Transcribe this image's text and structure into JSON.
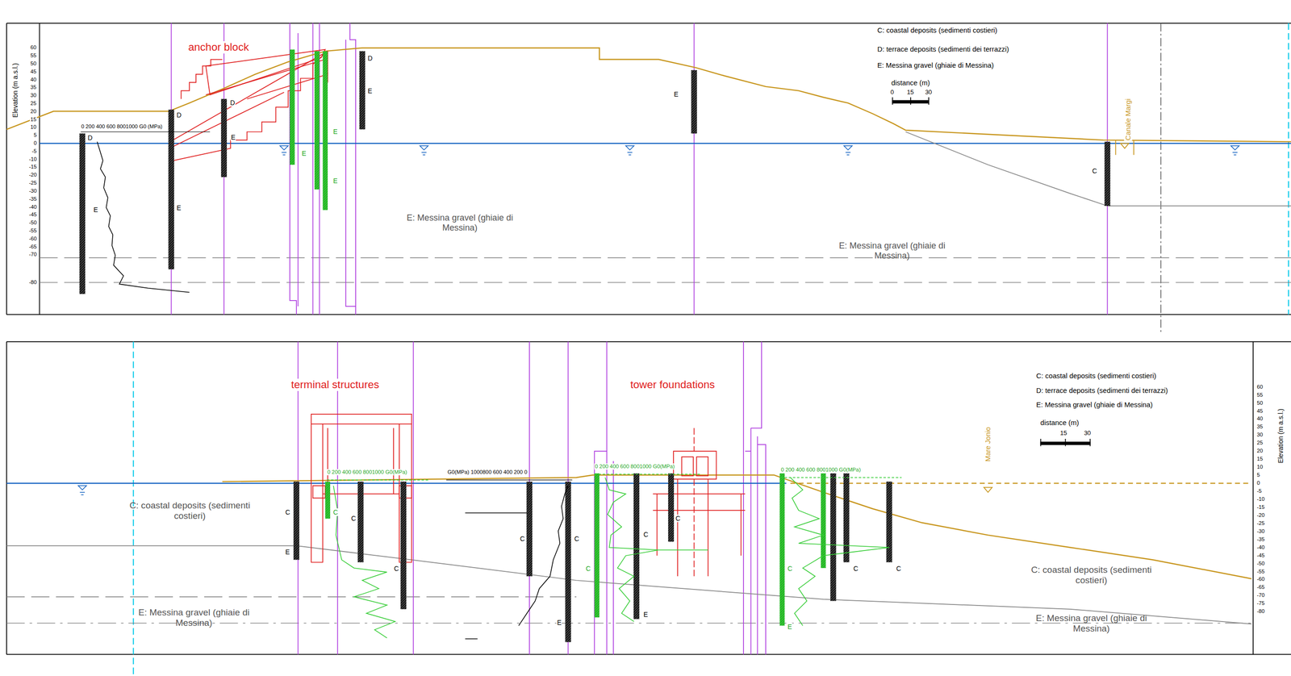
{
  "diagram": {
    "labels": [
      "Elevation (m a.s.l.)",
      "60",
      "55",
      "50",
      "45",
      "40",
      "35",
      "30",
      "25",
      "20",
      "15",
      "10",
      "5",
      "0",
      "-5",
      "-10",
      "-15",
      "-20",
      "-25",
      "-30",
      "-35",
      "-40",
      "-45",
      "-50",
      "-55",
      "-60",
      "-65",
      "-70",
      "-80",
      "anchor block",
      "0 200 400 600 8001000 G0 (MPa)",
      "D",
      "E",
      "D",
      "E",
      "D",
      "E",
      "E",
      "E",
      "E",
      "D",
      "E",
      "E",
      "C",
      "E: Messina gravel (ghiaie di Messina)",
      "E: Messina gravel (ghiaie di Messina)",
      "C: coastal deposits (sedimenti costieri)",
      "D: terrace deposits (sedimenti dei terrazzi)",
      "E: Messina gravel (ghiaie di Messina)",
      "distance (m)",
      "0",
      "15",
      "30",
      "Canale Margi",
      "terminal structures",
      "tower foundations",
      "0 200 400 600 8001000 G0(MPa)",
      "G0(MPa) 1000800 600 400 200 0",
      "0 200 400 600 8001000 G0(MPa)",
      "0 200 400 600 8001000 G0(MPa)",
      "C: coastal deposits (sedimenti costieri)",
      "E: Messina gravel (ghiaie di Messina)",
      "C: coastal deposits (sedimenti costieri)",
      "E: Messina gravel (ghiaie di Messina)",
      "C: coastal deposits (sedimenti costieri)",
      "D: terrace deposits (sedimenti dei terrazzi)",
      "E: Messina gravel (ghiaie di Messina)",
      "distance (m)",
      "15",
      "30",
      "Mare Jonio",
      "Elevation (m a.s.l.)",
      "60",
      "55",
      "50",
      "45",
      "40",
      "35",
      "30",
      "25",
      "20",
      "15",
      "10",
      "5",
      "0",
      "-5",
      "-10",
      "-15",
      "-20",
      "-25",
      "-30",
      "-35",
      "-40",
      "-45",
      "-50",
      "-55",
      "-60",
      "-65",
      "-70",
      "-75",
      "-80",
      "C",
      "E",
      "C",
      "C",
      "C",
      "C",
      "C",
      "E",
      "C",
      "C",
      "E",
      "C",
      "C",
      "C",
      "C",
      "E"
    ]
  }
}
